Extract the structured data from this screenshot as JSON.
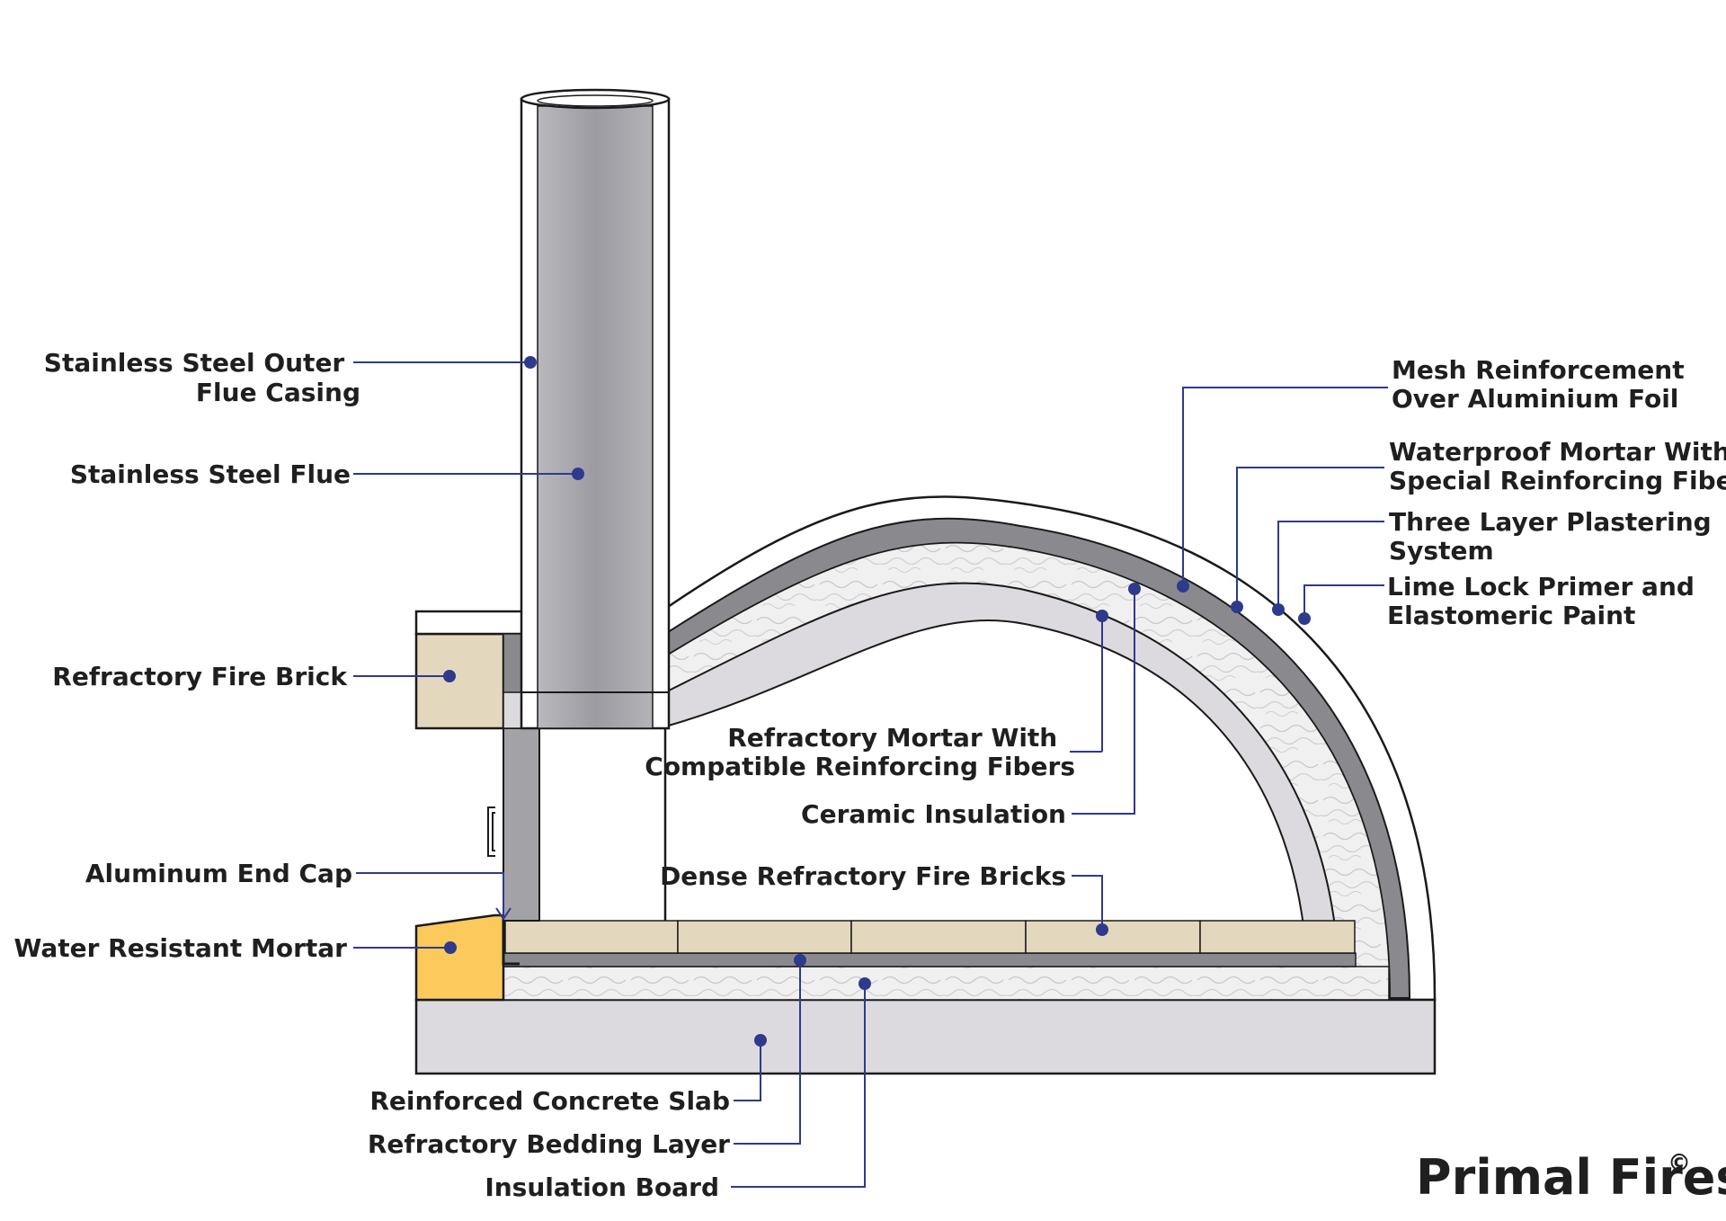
{
  "brand": {
    "name": "Primal Fires",
    "mark": "©"
  },
  "colors": {
    "leader": "#2e3a8c",
    "outline": "#1a1a1a",
    "steel": "#a3a2a7",
    "brick": "#e3d7bd",
    "mortar_yellow": "#fcc95c",
    "mortar_grey": "#dcdade",
    "insulation": "#efeeef",
    "dark_shell": "#8a898e"
  },
  "labels": {
    "outer_flue_casing": [
      "Stainless Steel Outer",
      "Flue Casing"
    ],
    "flue": [
      "Stainless Steel Flue"
    ],
    "fire_brick": [
      "Refractory Fire Brick"
    ],
    "end_cap": [
      "Aluminum End Cap"
    ],
    "water_resistant_mortar": [
      "Water Resistant Mortar"
    ],
    "mesh_reinforcement": [
      "Mesh Reinforcement",
      "Over Aluminium Foil"
    ],
    "waterproof_mortar": [
      "Waterproof Mortar With",
      "Special Reinforcing Fibers"
    ],
    "plastering": [
      "Three Layer Plastering",
      "System"
    ],
    "primer_paint": [
      "Lime Lock Primer and",
      "Elastomeric Paint"
    ],
    "refractory_mortar": [
      "Refractory Mortar With",
      "Compatible Reinforcing Fibers"
    ],
    "ceramic_insulation": [
      "Ceramic Insulation"
    ],
    "dense_fire_bricks": [
      "Dense Refractory Fire Bricks"
    ],
    "concrete_slab": [
      "Reinforced Concrete Slab"
    ],
    "bedding_layer": [
      "Refractory Bedding Layer"
    ],
    "insulation_board": [
      "Insulation Board"
    ]
  }
}
